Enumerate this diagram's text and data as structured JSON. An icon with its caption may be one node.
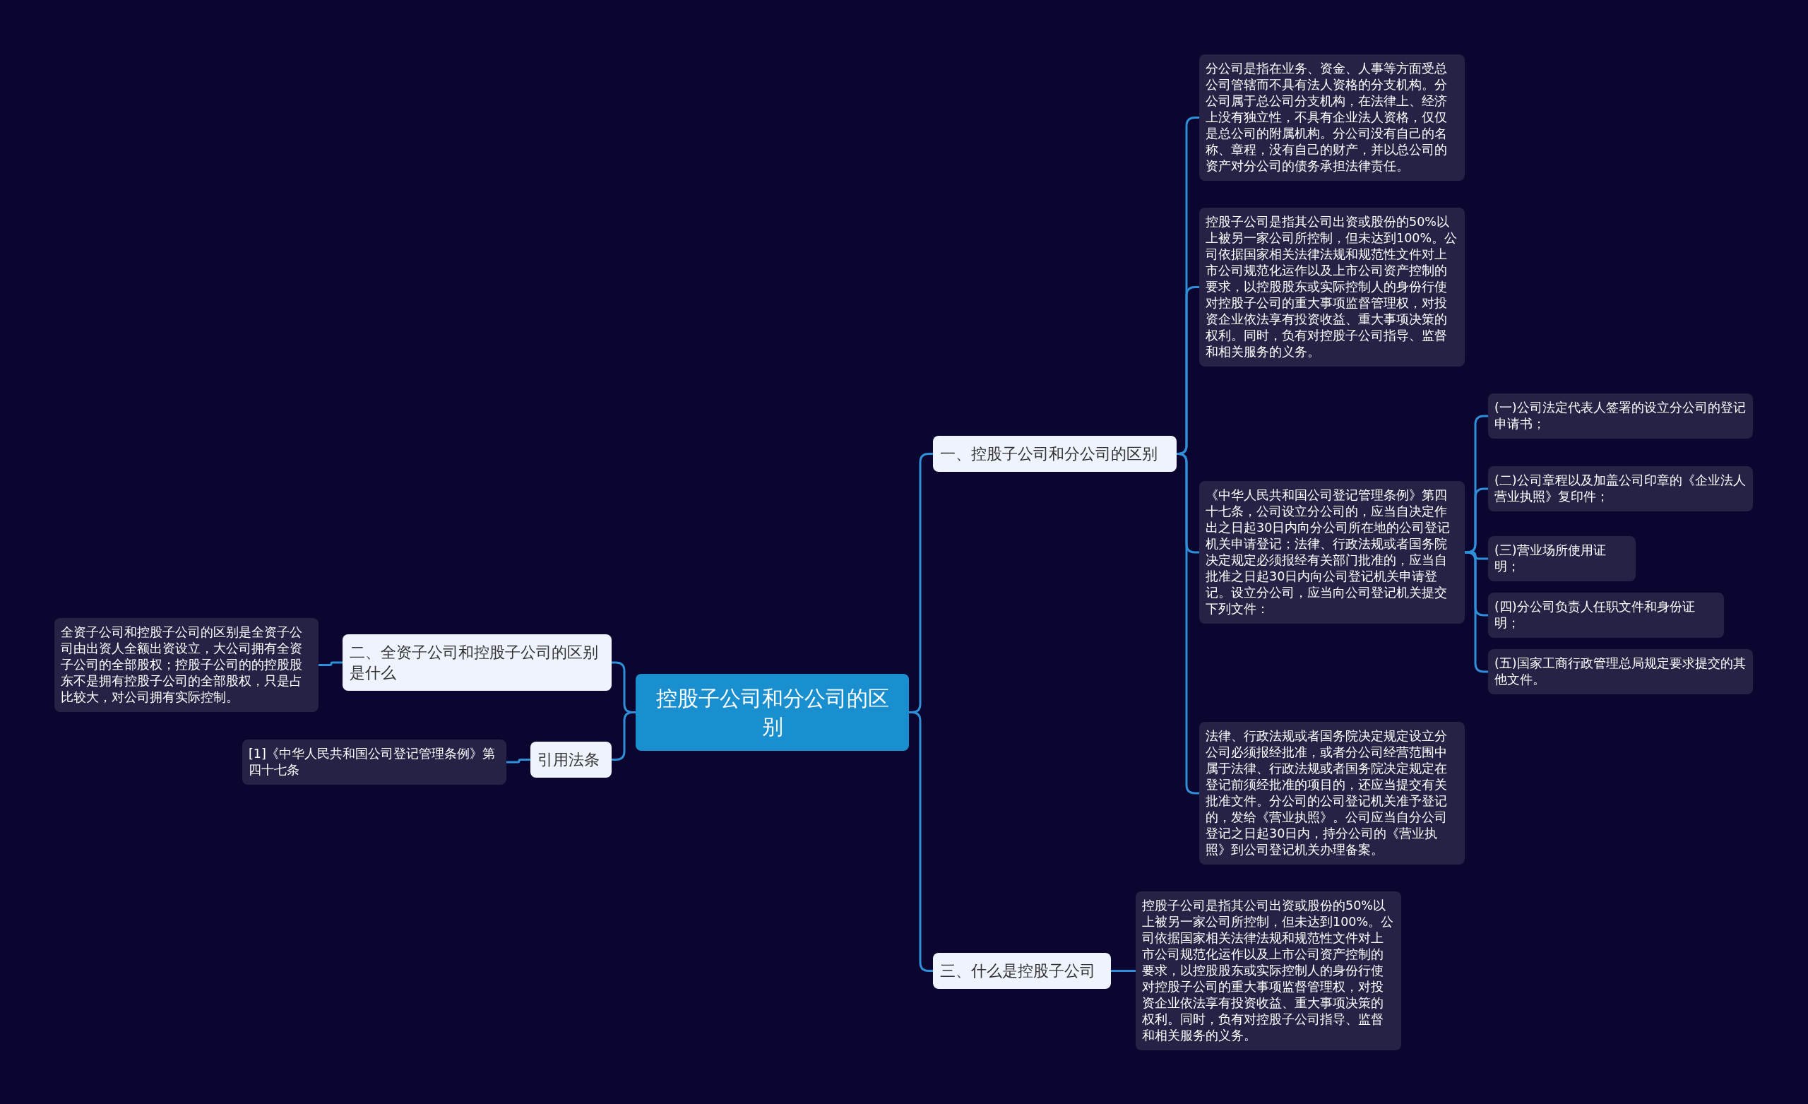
{
  "diagram": {
    "nodes": [
      {
        "text": [
          "控股子公司和分公司的区别"
        ]
      },
      {
        "text": [
          "一、控股子公司和分公司的区别"
        ]
      },
      {
        "text": [
          "分公司是指在业务、资金、人事等方面受总公司管辖而不具有法人资格的分支机构。分公司属于总公司分支机构，在法律上、经济上没有独立性，不具有企业法人资格，仅仅是总公司的附属机构。分公司没有自己的名称、章程，没有自己的财产，并以总公司的资产对分公司的债务承担法律责任。"
        ]
      },
      {
        "text": [
          "控股子公司是指其公司出资或股份的50%以上被另一家公司所控制，但未达到100%。公司依据国家相关法律法规和规范性文件对上市公司规范化运作以及上市公司资产控制的要求，以控股股东或实际控制人的身份行使对控股子公司的重大事项监督管理权，对投资企业依法享有投资收益、重大事项决策的权利。同时，负有对控股子公司指导、监督和相关服务的义务。"
        ]
      },
      {
        "text": [
          "《中华人民共和国公司登记管理条例》第四十七条，公司设立分公司的，应当自决定作出之日起30日内向分公司所在地的公司登记机关申请登记；法律、行政法规或者国务院决定规定必须报经有关部门批准的，应当自批准之日起30日内向公司登记机关申请登记。设立分公司，应当向公司登记机关提交下列文件："
        ]
      },
      {
        "text": [
          "(一)公司法定代表人签署的设立分公司的登记申请书；"
        ]
      },
      {
        "text": [
          "(二)公司章程以及加盖公司印章的《企业法人营业执照》复印件；"
        ]
      },
      {
        "text": [
          "(三)营业场所使用证明；"
        ]
      },
      {
        "text": [
          "(四)分公司负责人任职文件和身份证明；"
        ]
      },
      {
        "text": [
          "(五)国家工商行政管理总局规定要求提交的其他文件。"
        ]
      },
      {
        "text": [
          "法律、行政法规或者国务院决定规定设立分公司必须报经批准，或者分公司经营范围中属于法律、行政法规或者国务院决定规定在登记前须经批准的项目的，还应当提交有关批准文件。分公司的公司登记机关准予登记的，发给《营业执照》。公司应当自分公司登记之日起30日内，持分公司的《营业执照》到公司登记机关办理备案。"
        ]
      },
      {
        "text": [
          "三、什么是控股子公司"
        ]
      },
      {
        "text": [
          "控股子公司是指其公司出资或股份的50%以上被另一家公司所控制，但未达到100%。公司依据国家相关法律法规和规范性文件对上市公司规范化运作以及上市公司资产控制的要求，以控股股东或实际控制人的身份行使对控股子公司的重大事项监督管理权，对投资企业依法享有投资收益、重大事项决策的权利。同时，负有对控股子公司指导、监督和相关服务的义务。"
        ]
      },
      {
        "text": [
          "二、全资子公司和控股子公司的区别是什么"
        ]
      },
      {
        "text": [
          "全资子公司和控股子公司的区别是全资子公司由出资人全额出资设立，大公司拥有全资子公司的全部股权；控股子公司的的控股股东不是拥有控股子公司的全部股权，只是占比较大，对公司拥有实际控制。"
        ]
      },
      {
        "text": [
          "引用法条"
        ]
      },
      {
        "text": [
          "[1]《中华人民共和国公司登记管理条例》第四十七条"
        ]
      }
    ],
    "edges": [
      {
        "from": 0,
        "to": 1,
        "arrow": "none"
      },
      {
        "from": 1,
        "to": 2,
        "arrow": "none"
      },
      {
        "from": 1,
        "to": 3,
        "arrow": "none"
      },
      {
        "from": 1,
        "to": 4,
        "arrow": "none"
      },
      {
        "from": 4,
        "to": 5,
        "arrow": "none"
      },
      {
        "from": 4,
        "to": 6,
        "arrow": "none"
      },
      {
        "from": 4,
        "to": 7,
        "arrow": "none"
      },
      {
        "from": 4,
        "to": 8,
        "arrow": "none"
      },
      {
        "from": 4,
        "to": 9,
        "arrow": "none"
      },
      {
        "from": 1,
        "to": 10,
        "arrow": "none"
      },
      {
        "from": 0,
        "to": 11,
        "arrow": "none"
      },
      {
        "from": 11,
        "to": 12,
        "arrow": "none"
      },
      {
        "from": 0,
        "to": 13,
        "arrow": "none"
      },
      {
        "from": 13,
        "to": 14,
        "arrow": "none"
      },
      {
        "from": 0,
        "to": 15,
        "arrow": "none"
      },
      {
        "from": 15,
        "to": 16,
        "arrow": "none"
      }
    ]
  }
}
